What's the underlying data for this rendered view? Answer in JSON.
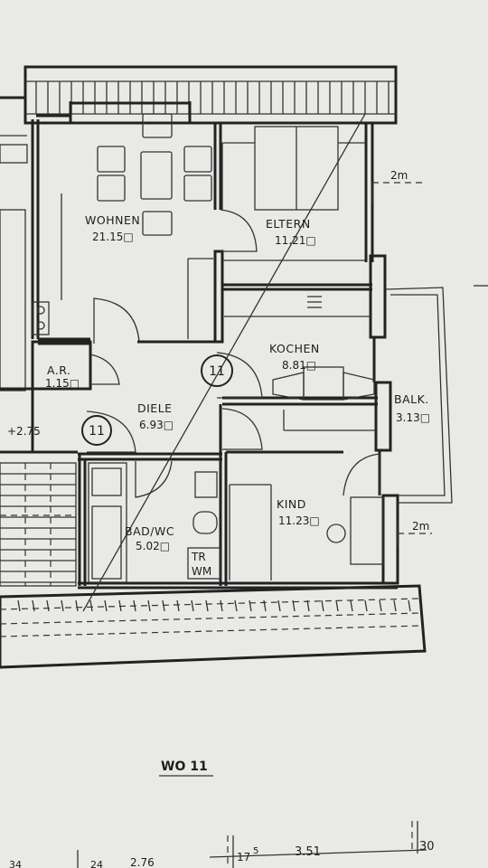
{
  "rooms": {
    "wohnen": {
      "name": "WOHNEN",
      "area": "21.15□"
    },
    "eltern": {
      "name": "ELTERN",
      "area": "11.21□"
    },
    "kochen": {
      "name": "KOCHEN",
      "area": "8.81□"
    },
    "ar": {
      "name": "A.R.",
      "area": "1.15□"
    },
    "diele": {
      "name": "DIELE",
      "area": "6.93□"
    },
    "balk": {
      "name": "BALK.",
      "area": "3.13□"
    },
    "bad": {
      "name": "BAD/WC",
      "area": "5.02□"
    },
    "kind": {
      "name": "KIND",
      "area": "11.23□"
    }
  },
  "unit_markers": [
    "11",
    "11"
  ],
  "fixtures": {
    "washer_line1": "TR",
    "washer_line2": "WM"
  },
  "dimensions": {
    "top_right": "2m",
    "balcony_right": "2m",
    "stair_level": "+2.75",
    "bottom_mid": "3.51",
    "bottom_right": "30",
    "bottom_small": "17",
    "bottom_small_sup": "5",
    "bottom_left_a": "2.76",
    "bottom_left_b": "24",
    "bottom_left_c": "34"
  },
  "plan_title": "WO 11"
}
